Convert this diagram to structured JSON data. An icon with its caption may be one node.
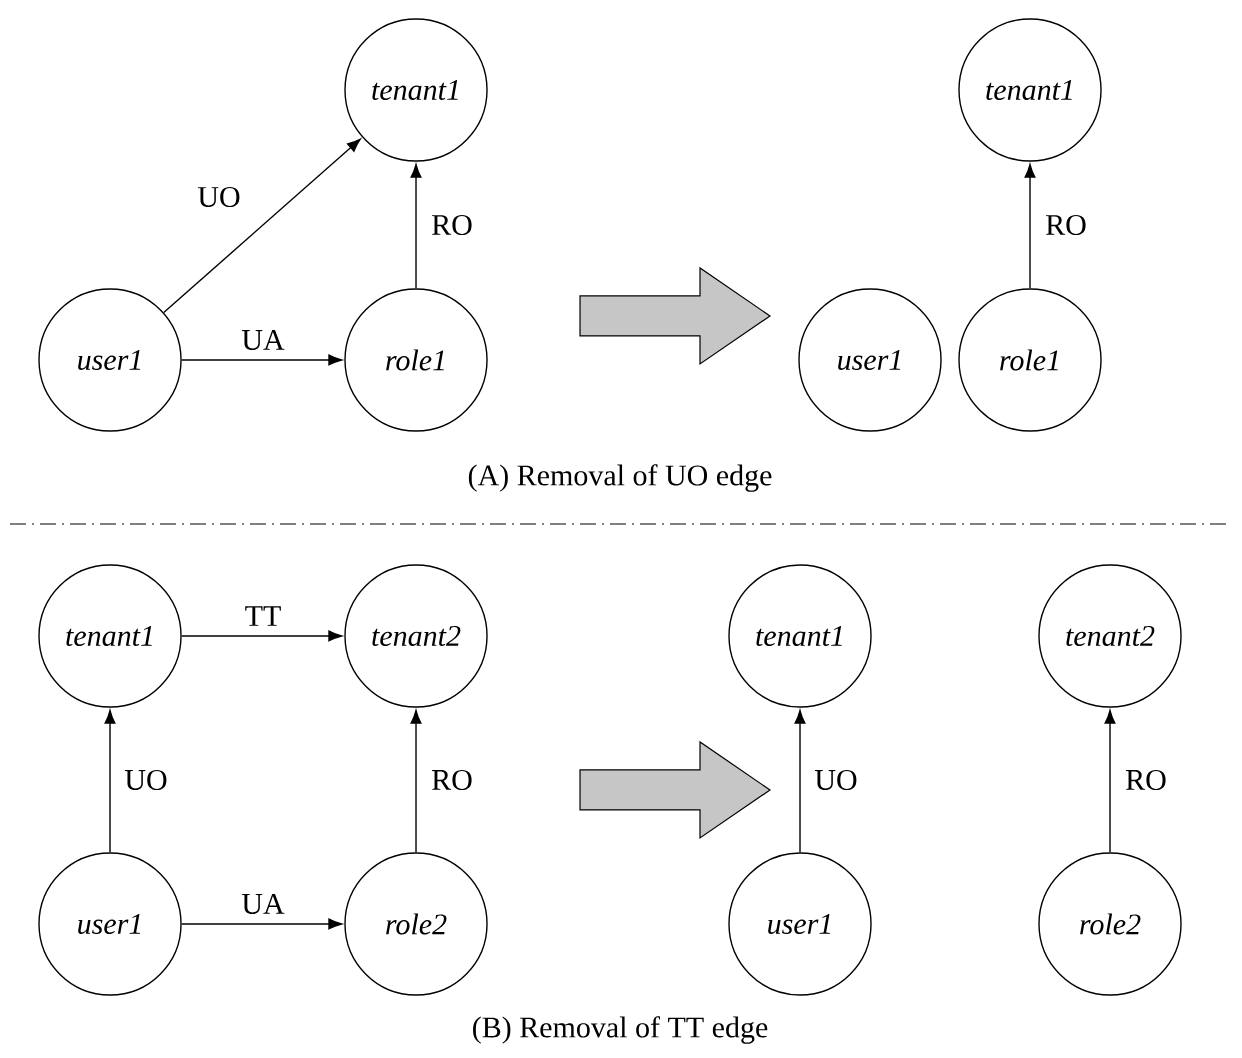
{
  "diagram": {
    "nodes": [
      {
        "text": [
          "*tenant1*"
        ]
      },
      {
        "text": [
          "*user1*"
        ]
      },
      {
        "text": [
          "*role1*"
        ]
      },
      {
        "text": [
          "*tenant1*"
        ]
      },
      {
        "text": [
          "*user1*"
        ]
      },
      {
        "text": [
          "*role1*"
        ]
      },
      {
        "text": [
          "*tenant1*"
        ]
      },
      {
        "text": [
          "*tenant2*"
        ]
      },
      {
        "text": [
          "*user1*"
        ]
      },
      {
        "text": [
          "*role2*"
        ]
      },
      {
        "text": [
          "*tenant1*"
        ]
      },
      {
        "text": [
          "*tenant2*"
        ]
      },
      {
        "text": [
          "*user1*"
        ]
      },
      {
        "text": [
          "*role2*"
        ]
      }
    ],
    "edges": [
      {
        "from": 1,
        "to": 0,
        "arrow": "to",
        "label": "UO"
      },
      {
        "from": 1,
        "to": 2,
        "arrow": "to",
        "label": "UA"
      },
      {
        "from": 2,
        "to": 0,
        "arrow": "to",
        "label": "RO"
      },
      {
        "from": 5,
        "to": 3,
        "arrow": "to",
        "label": "RO"
      },
      {
        "from": 6,
        "to": 7,
        "arrow": "to",
        "label": "TT"
      },
      {
        "from": 8,
        "to": 6,
        "arrow": "to",
        "label": "UO"
      },
      {
        "from": 8,
        "to": 9,
        "arrow": "to",
        "label": "UA"
      },
      {
        "from": 9,
        "to": 7,
        "arrow": "to",
        "label": "RO"
      },
      {
        "from": 12,
        "to": 10,
        "arrow": "to",
        "label": "UO"
      },
      {
        "from": 13,
        "to": 11,
        "arrow": "to",
        "label": "RO"
      }
    ],
    "labels": [
      "(A) Removal of UO edge",
      "(B) Removal of TT edge"
    ]
  }
}
